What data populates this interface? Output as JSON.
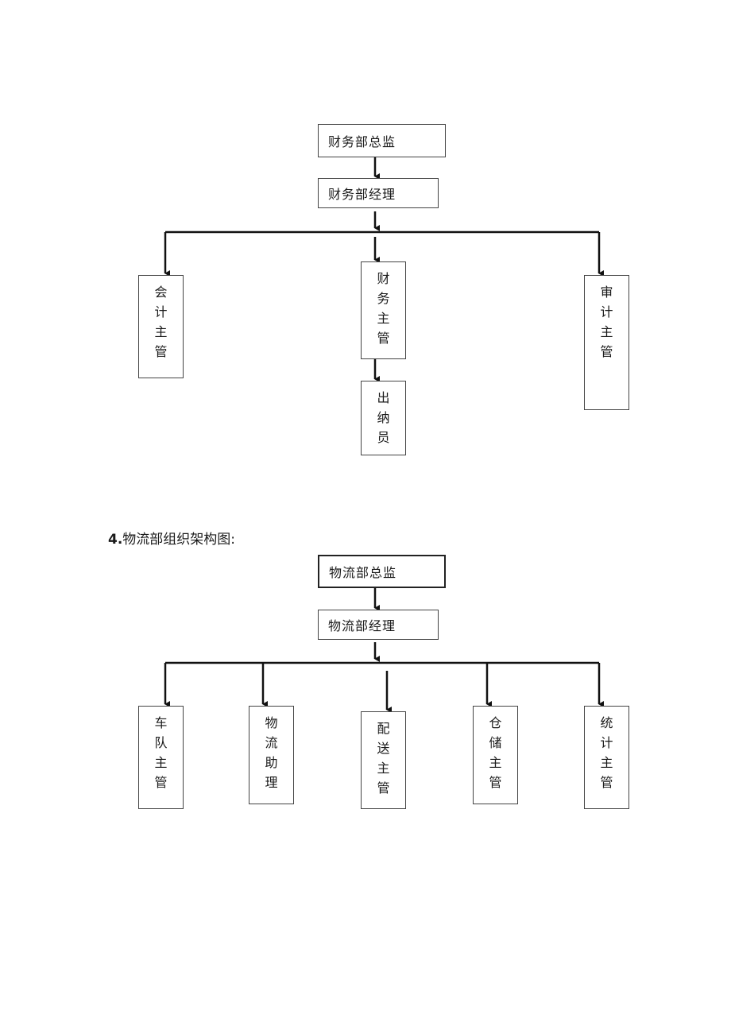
{
  "finance": {
    "director": "财务部总监",
    "manager": "财务部经理",
    "accounting": [
      "会",
      "计",
      "主",
      "管"
    ],
    "finance_sup": [
      "财",
      "务",
      "主",
      "管"
    ],
    "cashier": [
      "出",
      "纳",
      "员"
    ],
    "audit": [
      "审",
      "计",
      "主",
      "管"
    ]
  },
  "logistics": {
    "heading_num": "4.",
    "heading_text": "物流部组织架构图:",
    "director": "物流部总监",
    "manager": "物流部经理",
    "fleet": [
      "车",
      "队",
      "主",
      "管"
    ],
    "assistant": [
      "物",
      "流",
      "助",
      "理"
    ],
    "delivery": [
      "配",
      "送",
      "主",
      "管"
    ],
    "warehouse": [
      "仓",
      "储",
      "主",
      "管"
    ],
    "statistics": [
      "统",
      "计",
      "主",
      "管"
    ]
  }
}
